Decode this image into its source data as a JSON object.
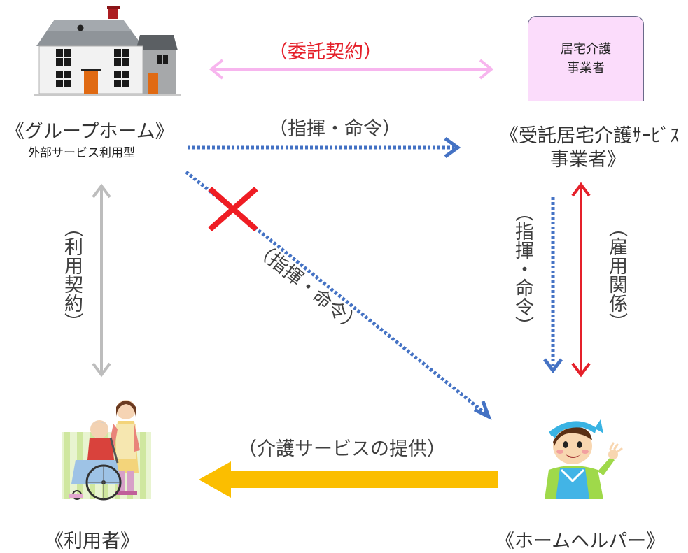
{
  "group_home": {
    "title": "《グループホーム》",
    "subtitle": "外部サービス利用型"
  },
  "contractor_box": {
    "line1": "居宅介護",
    "line2": "事業者"
  },
  "contractor": {
    "line1": "《受託居宅介護ｻｰﾋﾞｽ",
    "line2": "事業者》"
  },
  "user": {
    "title": "《利用者》"
  },
  "helper": {
    "title": "《ホームヘルパー》"
  },
  "labels": {
    "consignment_contract": "（委託契約）",
    "command_top": "（指揮・命令）",
    "command_diagonal": "（指揮・命令）",
    "command_vertical": "（指揮・命令）",
    "employment": "（雇用関係）",
    "use_contract": "（利用契約）",
    "care_service": "（介護サービスの提供）"
  },
  "colors": {
    "consignment_arrow": "#f7b5ee",
    "consignment_text": "#e5202a",
    "command_arrow": "#4472c4",
    "employment_arrow": "#e5202a",
    "use_contract_arrow": "#bdbdbd",
    "care_service_arrow": "#fbbe00",
    "prohibited_mark": "#ef1d24"
  }
}
